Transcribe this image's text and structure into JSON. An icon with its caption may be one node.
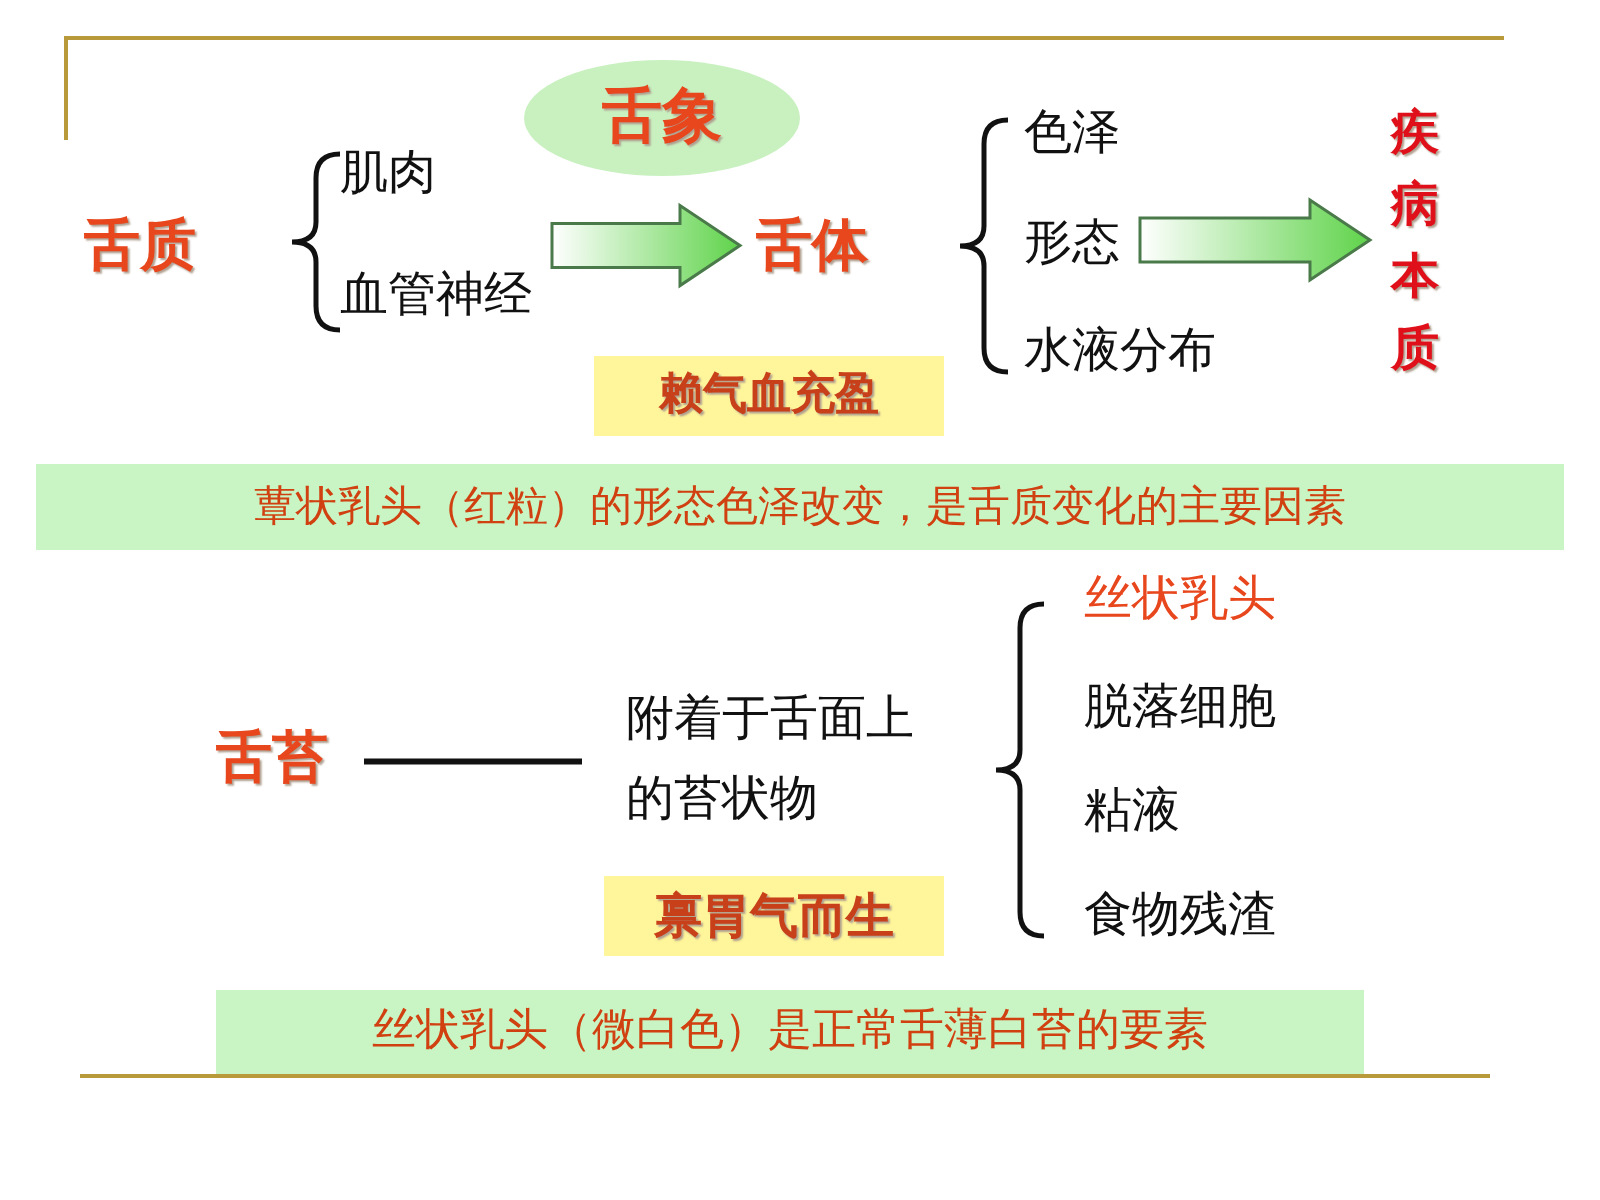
{
  "diagram": {
    "nodes": [
      {
        "text": [
          "舌象"
        ]
      },
      {
        "text": [
          "血管神经"
        ]
      },
      {
        "text": [
          "舌体"
        ]
      },
      {
        "text": [
          "形态"
        ]
      },
      {
        "text": [
          "疾病本质"
        ]
      },
      {
        "text": [
          "赖气血充盈"
        ]
      },
      {
        "text": [
          "蕈状乳头（红粒）的形态色泽改变，是舌质变化的主要因素"
        ]
      },
      {
        "text": [
          "舌苔"
        ]
      },
      {
        "text": [
          "附着于舌面上的苔状物"
        ]
      },
      {
        "text": [
          "禀胃气而生"
        ]
      },
      {
        "text": [
          "丝状乳头（微白色）是正常舌薄白苔的要素"
        ]
      }
    ],
    "edges": [
      {
        "from": 1,
        "to": 2,
        "arrow": "to"
      },
      {
        "from": 3,
        "to": 4,
        "arrow": "to"
      },
      {
        "from": 7,
        "to": 8,
        "arrow": "none"
      }
    ],
    "labels": [
      "舌质",
      "肌肉",
      "色泽",
      "水液分布",
      "丝状乳头",
      "脱落细胞",
      "粘液",
      "食物残渣"
    ]
  }
}
